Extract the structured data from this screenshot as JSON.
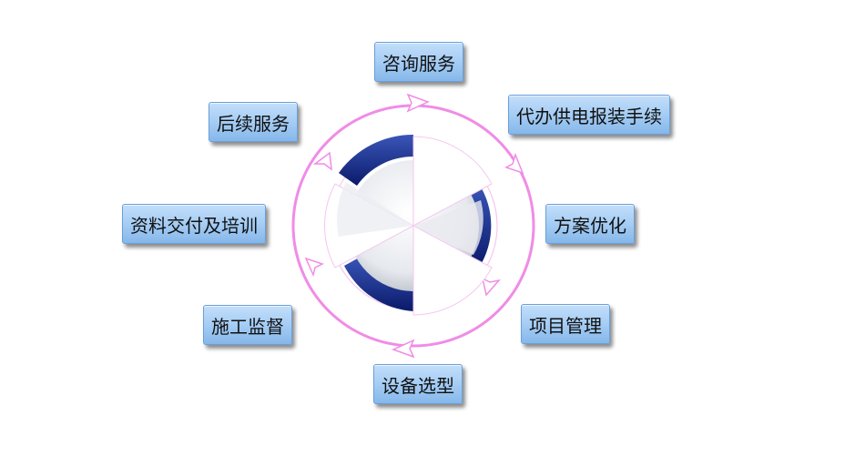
{
  "stages": [
    {
      "id": "consult",
      "label": "咨询服务"
    },
    {
      "id": "agency",
      "label": "代办供电报装手续"
    },
    {
      "id": "optimize",
      "label": "方案优化"
    },
    {
      "id": "project",
      "label": "项目管理"
    },
    {
      "id": "equipment",
      "label": "设备选型"
    },
    {
      "id": "supervise",
      "label": "施工监督"
    },
    {
      "id": "delivery",
      "label": "资料交付及培训"
    },
    {
      "id": "aftercare",
      "label": "后续服务"
    }
  ],
  "colors": {
    "ring": "#f08ce6",
    "box_fill": "#a2cbf3",
    "box_border": "#6a9fd8",
    "hub_dark": "#0c1f7a",
    "hub_light": "#e9ecf1"
  }
}
